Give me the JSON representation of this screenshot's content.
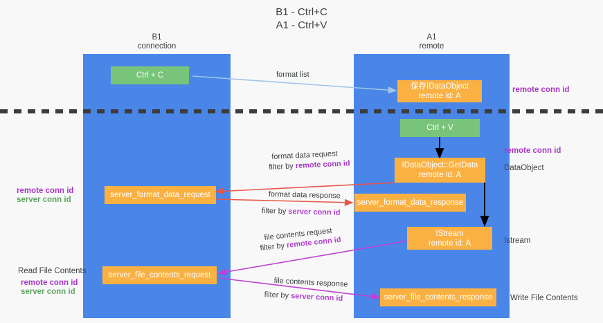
{
  "title": {
    "line1": "B1 - Ctrl+C",
    "line2": "A1 - Ctrl+V"
  },
  "columns": [
    {
      "name": "B1",
      "sub": "connection"
    },
    {
      "name": "A1",
      "sub": "remote"
    }
  ],
  "nodes": {
    "ctrl_c": {
      "label": "Ctrl + C"
    },
    "store_idataobject": {
      "line1": "保存IDataObject",
      "line2": "remote id: A"
    },
    "ctrl_v": {
      "label": "Ctrl + V"
    },
    "getdata": {
      "line1": "IDataObject::GetData",
      "line2": "remote id: A"
    },
    "server_format_data_request": {
      "label": "server_format_data_request"
    },
    "server_format_data_response": {
      "label": "server_format_data_response"
    },
    "istream": {
      "line1": "IStream",
      "line2": "remote id: A"
    },
    "server_file_contents_request": {
      "label": "server_file_contents_request"
    },
    "server_file_contents_response": {
      "label": "server_file_contents_response"
    }
  },
  "captions": {
    "format_list": "format list",
    "format_data_request": "format data request",
    "format_data_request_filter_prefix": "filter by ",
    "format_data_request_filter_key": "remote conn id",
    "format_data_response": "format data response",
    "format_data_response_filter_prefix": "filter by ",
    "format_data_response_filter_key": "server conn id",
    "file_contents_request": "file contents request",
    "file_contents_request_filter_prefix": "filter by ",
    "file_contents_request_filter_key": "remote conn id",
    "file_contents_response": "file contents response",
    "file_contents_response_filter_prefix": "filter by ",
    "file_contents_response_filter_key": "server conn id"
  },
  "side_labels": {
    "right_remote_conn_id_top": "remote conn id",
    "right_remote_conn_id_mid": "remote conn id",
    "right_dataobject": "DataObject",
    "right_istream": "Istream",
    "right_write_file_contents": "Write File Contents",
    "left_remote_conn_id_mid": "remote conn id",
    "left_server_conn_id_mid": "server conn id",
    "left_read_file_contents": "Read File Contents",
    "left_remote_conn_id_bottom": "remote conn id",
    "left_server_conn_id_bottom": "server conn id"
  },
  "colors": {
    "lane": "#4a86e8",
    "green_node": "#78c47a",
    "orange_node": "#fbb142",
    "purple_text": "#a738c6",
    "green_text": "#5fa463",
    "arrow_blue": "#9fc5e8",
    "arrow_black": "#000000",
    "arrow_red": "#e8564a",
    "arrow_magenta": "#c13fd4",
    "divider": "#3c3c3c",
    "background": "#f8f8f8"
  }
}
